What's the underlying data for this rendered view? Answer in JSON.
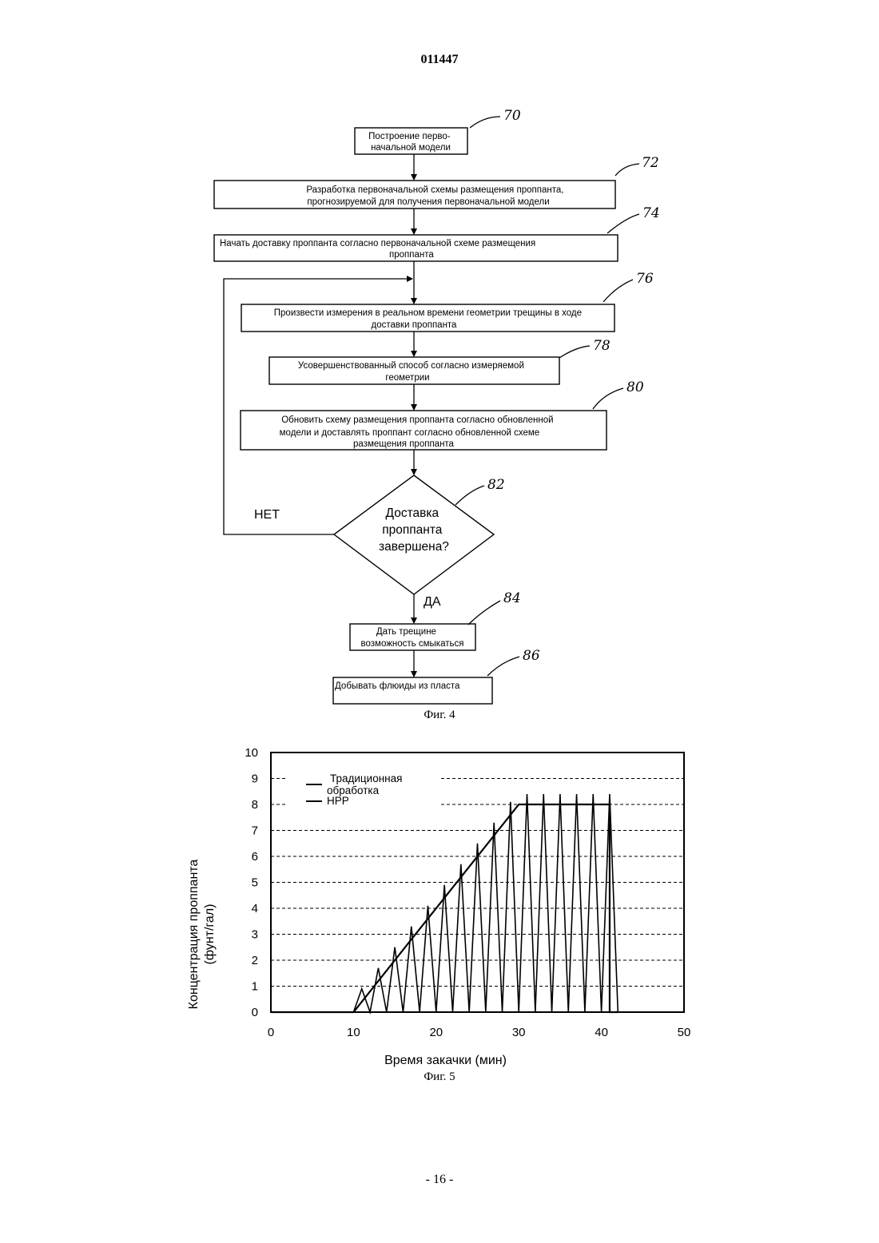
{
  "header": {
    "doc_number": "011447"
  },
  "footer": {
    "page_number": "- 16 -"
  },
  "figure4": {
    "caption": "Фиг. 4",
    "steps": [
      {
        "ref": "70",
        "lines": [
          "Построение перво-",
          "начальной модели"
        ]
      },
      {
        "ref": "72",
        "lines": [
          "Разработка первоначальной схемы размещения проппанта,",
          "прогнозируемой для получения первоначальной  модели"
        ]
      },
      {
        "ref": "74",
        "lines": [
          "Начать доставку проппанта согласно первоначальной схеме размещения",
          "проппанта"
        ]
      },
      {
        "ref": "76",
        "lines": [
          "Произвести измерения в реальном времени геометрии трещины в ходе",
          "доставки проппанта"
        ]
      },
      {
        "ref": "78",
        "lines": [
          "Усовершенствованный способ согласно измеряемой",
          "геометрии"
        ]
      },
      {
        "ref": "80",
        "lines": [
          "Обновить схему размещения проппанта согласно обновленной",
          "модели и доставлять проппант согласно обновленной схеме",
          "размещения проппанта"
        ]
      },
      {
        "ref": "82",
        "lines": [
          "Доставка",
          "проппанта",
          "завершена?"
        ]
      },
      {
        "ref": "84",
        "lines": [
          "Дать трещине",
          "возможность смыкаться"
        ]
      },
      {
        "ref": "86",
        "lines": [
          "Добывать флюиды из пласта"
        ]
      }
    ],
    "no_label": "НЕТ",
    "yes_label": "ДА"
  },
  "chart_data": {
    "type": "line",
    "caption": "Фиг. 5",
    "xlabel": "Время закачки (мин)",
    "ylabel": "Концентрация проппанта (фунт/гал)",
    "xlim": [
      0,
      50
    ],
    "ylim": [
      0,
      10
    ],
    "xticks": [
      0,
      10,
      20,
      30,
      40,
      50
    ],
    "yticks": [
      0,
      1,
      2,
      3,
      4,
      5,
      6,
      7,
      8,
      9,
      10
    ],
    "grid": "horizontal dashed",
    "legend_position": "top-left",
    "series": [
      {
        "name": "Традиционная обработка",
        "x": [
          0,
          10,
          30,
          41,
          41,
          42
        ],
        "y": [
          0,
          0,
          8,
          8,
          0,
          0
        ]
      },
      {
        "name": "HPP",
        "x": [
          0,
          10,
          11,
          12,
          13,
          14,
          15,
          16,
          17,
          18,
          19,
          20,
          21,
          22,
          23,
          24,
          25,
          26,
          27,
          28,
          29,
          30,
          31,
          32,
          33,
          34,
          35,
          36,
          37,
          38,
          39,
          40,
          41,
          42
        ],
        "y": [
          0,
          0,
          0.9,
          0,
          1.7,
          0,
          2.5,
          0,
          3.3,
          0,
          4.1,
          0,
          4.9,
          0,
          5.7,
          0,
          6.5,
          0,
          7.3,
          0,
          8.1,
          0,
          8.4,
          0,
          8.4,
          0,
          8.4,
          0,
          8.4,
          0,
          8.4,
          0,
          8.4,
          0
        ]
      }
    ]
  }
}
